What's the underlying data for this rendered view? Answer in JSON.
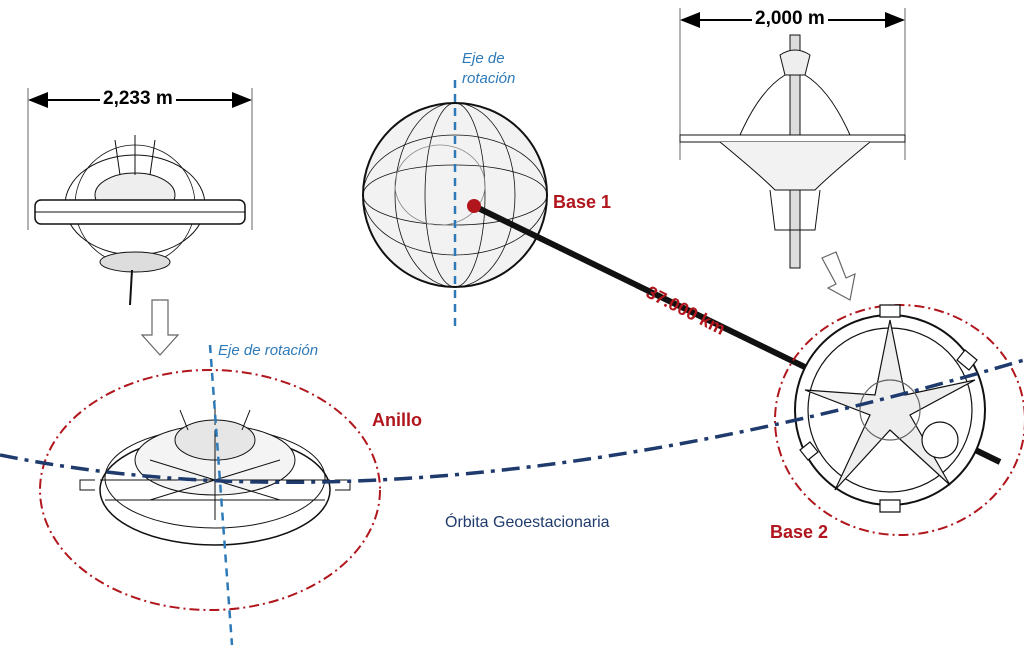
{
  "labels": {
    "station_left_width": "2,233 m",
    "station_right_width": "2,000 m",
    "axis_top": "Eje de rotación",
    "axis_top_line1": "Eje de",
    "axis_top_line2": "rotación",
    "axis_bottom": "Eje de rotación",
    "base1": "Base 1",
    "base2": "Base 2",
    "tether_length": "37.000 km",
    "ring": "Anillo",
    "orbit": "Órbita Geoestacionaria"
  },
  "colors": {
    "red": "#b0161c",
    "axis_blue": "#2e7ab8",
    "orbit_navy": "#1f3b6e"
  }
}
